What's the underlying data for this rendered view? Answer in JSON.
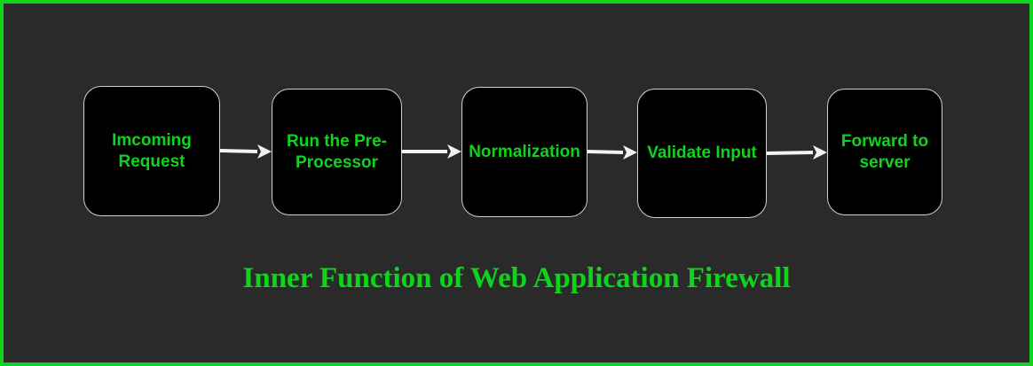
{
  "diagram": {
    "title": "Inner Function of Web Application Firewall",
    "steps": [
      {
        "label": "Imcoming Request"
      },
      {
        "label": "Run the Pre-Processor"
      },
      {
        "label": "Normalization"
      },
      {
        "label": "Validate Input"
      },
      {
        "label": "Forward to server"
      }
    ]
  },
  "colors": {
    "accent": "#0fd41c",
    "background": "#2a2a2a",
    "node_fill": "#000000",
    "arrow": "#f2f2f2"
  }
}
